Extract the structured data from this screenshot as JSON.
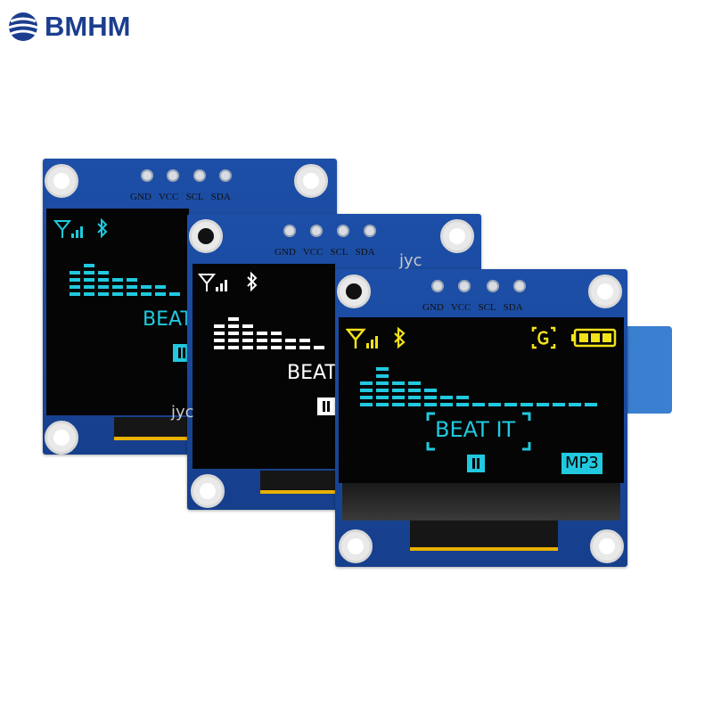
{
  "brand": {
    "name": "BMHM",
    "color": "#1b3d8f"
  },
  "watermark": "jyc",
  "pins": [
    "GND",
    "VCC",
    "SCL",
    "SDA"
  ],
  "display": {
    "song_label": "BEAT IT",
    "format_label": "MP3",
    "icons": [
      "signal-icon",
      "bluetooth-icon",
      "pause-icon",
      "g-icon",
      "battery-icon"
    ]
  },
  "colors": {
    "cyan": "#20c9df",
    "white": "#ffffff",
    "yellow": "#f2e21a",
    "pcb_blue": "#1d4fa8",
    "connector": "#e8b000"
  }
}
